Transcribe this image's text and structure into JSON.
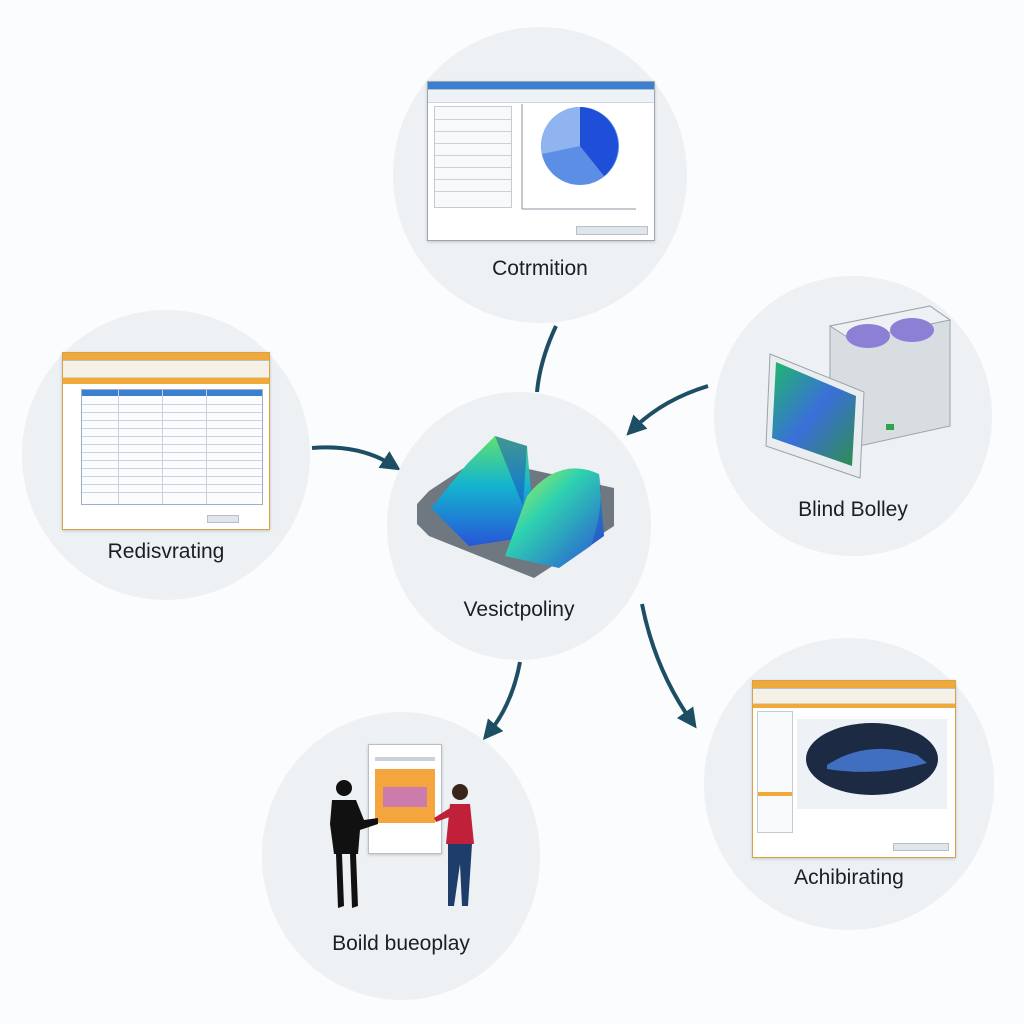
{
  "nodes": {
    "top": {
      "label": "Cotrmition"
    },
    "left": {
      "label": "Redisvrating"
    },
    "center": {
      "label": "Vesictpoliny"
    },
    "right": {
      "label": "Blind Bolley"
    },
    "bottom_left": {
      "label": "Boild bueoplay"
    },
    "bottom_right": {
      "label": "Achibirating"
    }
  },
  "colors": {
    "circle_fill": "#edf1f4",
    "arrow": "#1e4e63",
    "accent_blue": "#2a5fd6",
    "accent_orange": "#f0a93b"
  }
}
